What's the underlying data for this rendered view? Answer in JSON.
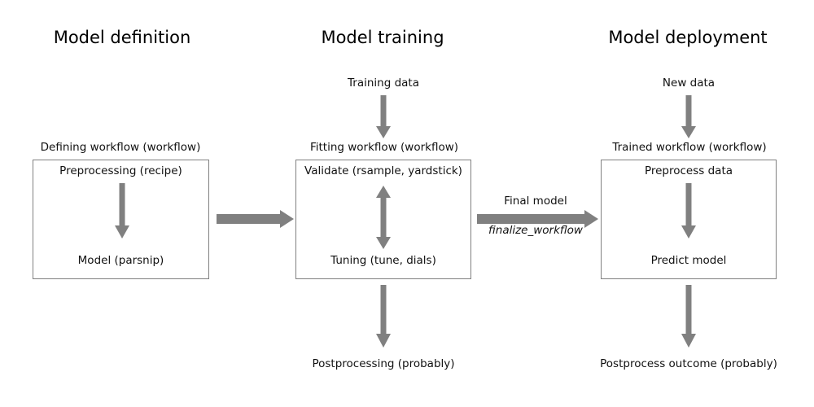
{
  "diagram": {
    "title_columns": [
      {
        "label": "Model definition"
      },
      {
        "label": "Model training"
      },
      {
        "label": "Model deployment"
      }
    ],
    "arrow_color": "#808080",
    "box_border_color": "#808080",
    "text_color": "#111111",
    "stages": {
      "definition": {
        "box_label": "Defining workflow (workflow)",
        "top_item": "Preprocessing (recipe)",
        "bottom_item": "Model (parsnip)"
      },
      "training": {
        "input_label": "Training data",
        "box_label": "Fitting workflow (workflow)",
        "top_item": "Validate (rsample, yardstick)",
        "bottom_item": "Tuning (tune, dials)",
        "output_label": "Postprocessing (probably)"
      },
      "deployment": {
        "input_label": "New data",
        "box_label": "Trained workflow (workflow)",
        "top_item": "Preprocess data",
        "bottom_item": "Predict model",
        "output_label": "Postprocess outcome (probably)"
      }
    },
    "connectors": {
      "definition_to_training": "",
      "training_to_deployment_top": "Final model",
      "training_to_deployment_bottom": "finalize_workflow"
    }
  }
}
